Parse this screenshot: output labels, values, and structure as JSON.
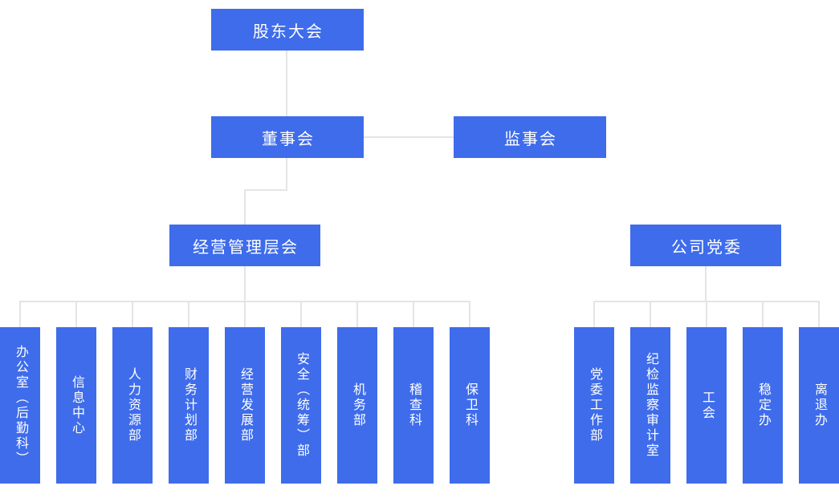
{
  "nodes": {
    "shareholders_meeting": {
      "label": "股东大会"
    },
    "board_of_directors": {
      "label": "董事会"
    },
    "supervisory_board": {
      "label": "监事会"
    },
    "management_committee": {
      "label": "经营管理层会"
    },
    "party_committee": {
      "label": "公司党委"
    }
  },
  "management_departments": [
    {
      "label": "办公室（后勤科）"
    },
    {
      "label": "信息中心"
    },
    {
      "label": "人力资源部"
    },
    {
      "label": "财务计划部"
    },
    {
      "label": "经营发展部"
    },
    {
      "label": "安全（统筹）部"
    },
    {
      "label": "机务部"
    },
    {
      "label": "稽查科"
    },
    {
      "label": "保卫科"
    }
  ],
  "party_departments": [
    {
      "label": "党委工作部"
    },
    {
      "label": "纪检监察审计室"
    },
    {
      "label": "工会"
    },
    {
      "label": "稳定办"
    },
    {
      "label": "离退办"
    }
  ],
  "colors": {
    "node_fill": "#3E6CEB",
    "node_text": "#FFFFFF",
    "connector": "#E4E4E4",
    "page_bg": "#FFFFFF"
  }
}
